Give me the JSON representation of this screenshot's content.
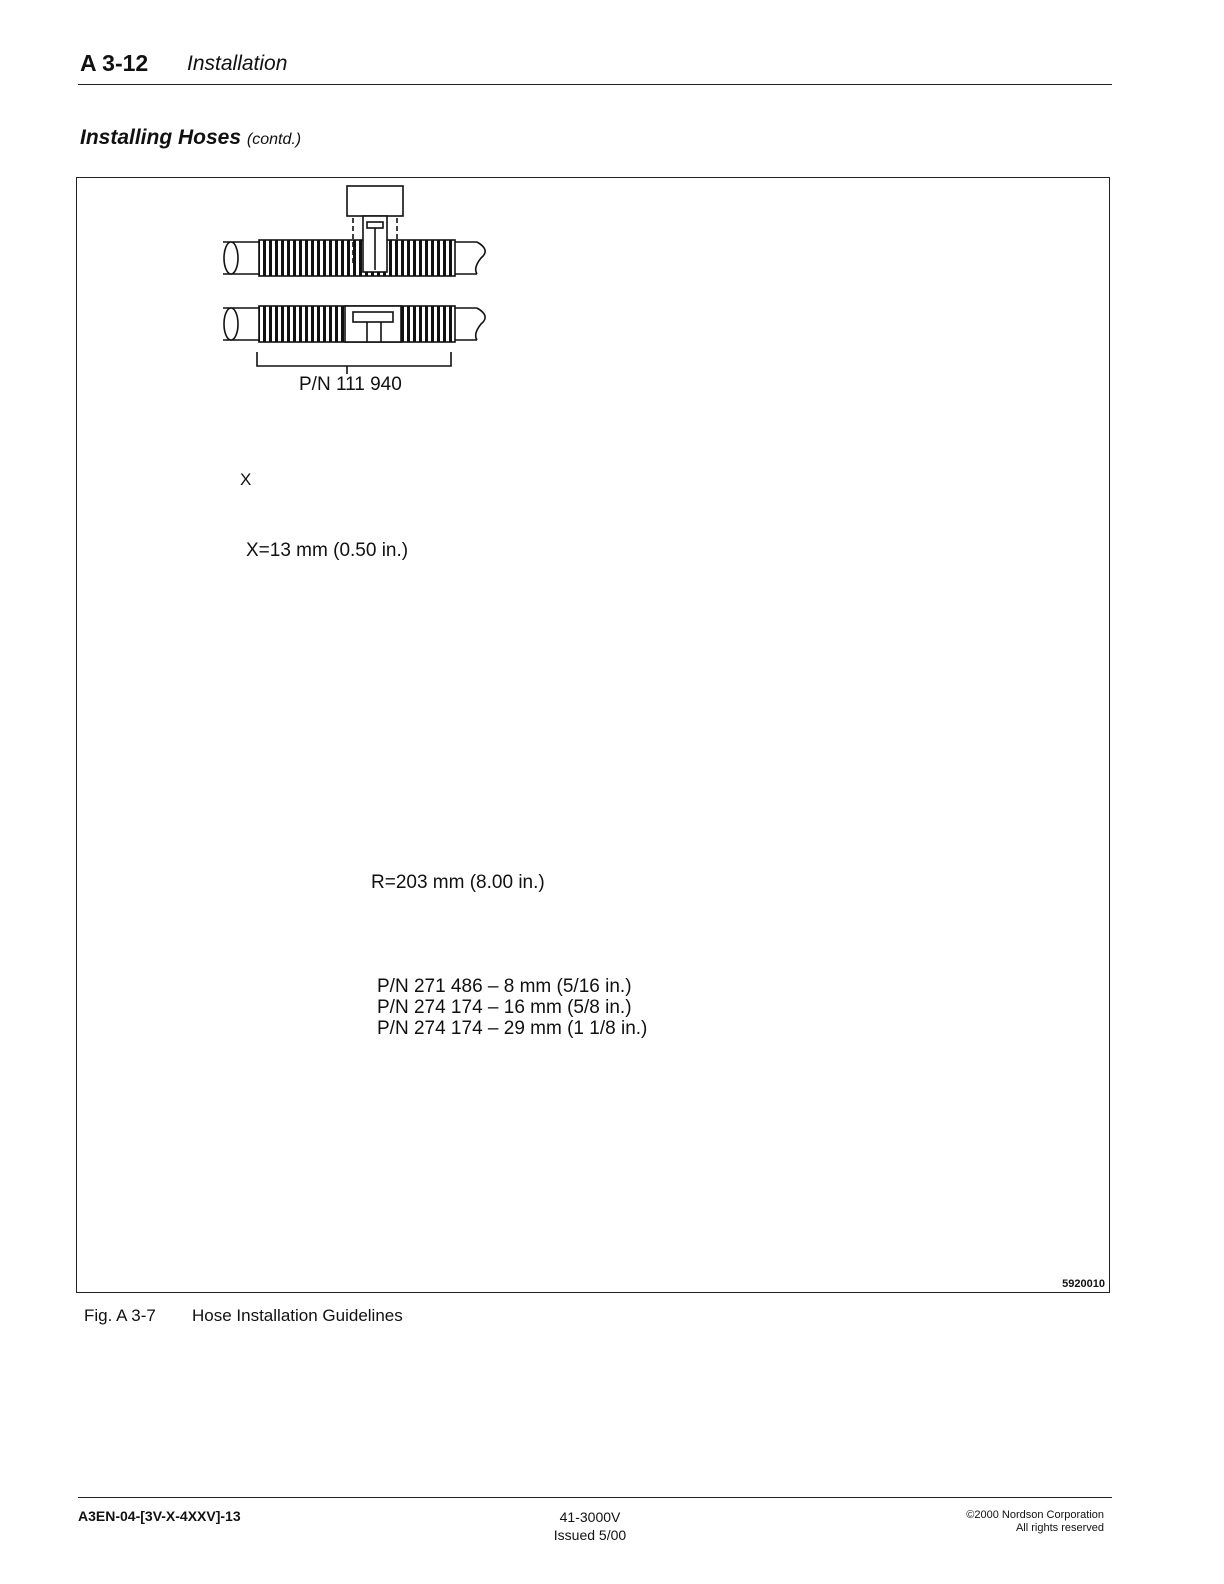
{
  "header": {
    "section_number": "A 3-12",
    "chapter": "Installation"
  },
  "section": {
    "title": "Installing Hoses",
    "subtitle": "(contd.)"
  },
  "figure": {
    "labels": {
      "part_number_clamp": "P/N 111 940",
      "spacing": "X=13 mm (0.50 in.)",
      "x_marker": "X",
      "radius": "R=203 mm (8.00 in.)",
      "support_parts": [
        "P/N 271 486 – 8 mm (5/16 in.)",
        "P/N 274 174 – 16 mm (5/8 in.)",
        "P/N 274 174 – 29 mm (1 1/8 in.)"
      ]
    },
    "figure_id": "5920010",
    "caption_number": "Fig. A 3-7",
    "caption_text": "Hose Installation Guidelines"
  },
  "footer": {
    "doc_code": "A3EN-04-[3V-X-4XXV]-13",
    "manual_number": "41-3000V",
    "issued": "Issued 5/00",
    "copyright": "©2000 Nordson Corporation",
    "rights": "All rights reserved"
  }
}
